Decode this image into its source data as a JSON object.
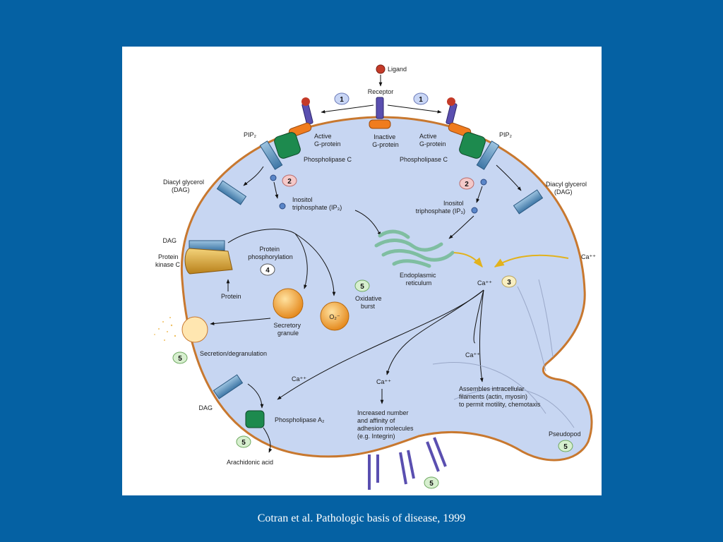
{
  "caption": "Cotran et al. Pathologic basis of disease, 1999",
  "colors": {
    "background": "#0561a3",
    "cell": "#c7d6f2",
    "membrane": "#c8782f",
    "g_protein": "#f07c1e",
    "phospholipase": "#1d8a4e",
    "receptor": "#5a4fb0",
    "dag_cylinder": "#5f95c0",
    "granule": "#f0a030",
    "ca_arrow": "#e2b21c",
    "step_badge_blue": "#c9d6f5",
    "step_badge_red": "#f4c9c9",
    "step_badge_yellow": "#f7eec2",
    "step_badge_green": "#d7efcf"
  },
  "labels": {
    "ligand": "Ligand",
    "receptor": "Receptor",
    "inactive_g_protein": [
      "Inactive",
      "G-protein"
    ],
    "active_g_protein_left": [
      "Active",
      "G-protein"
    ],
    "active_g_protein_right": [
      "Active",
      "G-protein"
    ],
    "pip2_left": "PIP₂",
    "pip2_right": "PIP₂",
    "phospholipase_c_left": "Phospholipase C",
    "phospholipase_c_right": "Phospholipase C",
    "dag_left": [
      "Diacyl glycerol",
      "(DAG)"
    ],
    "dag_right": [
      "Diacyl glycerol",
      "(DAG)"
    ],
    "ip3_left": [
      "Inositol",
      "triphosphate (IP₃)"
    ],
    "ip3_right": [
      "Inositol",
      "triphosphate (IP₃)"
    ],
    "dag_pkc": "DAG",
    "protein_kinase_c": [
      "Protein",
      "kinase C"
    ],
    "protein_phosphorylation": [
      "Protein",
      "phosphorylation"
    ],
    "protein": "Protein",
    "secretory_granule": [
      "Secretory",
      "granule"
    ],
    "oxidative_burst": [
      "Oxidative",
      "burst"
    ],
    "o2": "O₂⁻",
    "er": [
      "Endoplasmic",
      "reticulum"
    ],
    "ca_outside": "Ca⁺⁺",
    "ca_center": "Ca⁺⁺",
    "ca_left": "Ca⁺⁺",
    "ca_middle": "Ca⁺⁺",
    "ca_right": "Ca⁺⁺",
    "secretion": "Secretion/degranulation",
    "dag_bottom": "DAG",
    "phospholipase_a2": "Phospholipase A₂",
    "arachidonic_acid": "Arachidonic acid",
    "adhesion": [
      "Increased number",
      "and affinity of",
      "adhesion molecules",
      "(e.g. Integrin)"
    ],
    "filaments": [
      "Assembles intracellular",
      "filaments (actin, myosin)",
      "to permit motility, chemotaxis"
    ],
    "pseudopod": "Pseudopod"
  },
  "steps": {
    "s1_left": "1",
    "s1_right": "1",
    "s2_left": "2",
    "s2_right": "2",
    "s3": "3",
    "s4": "4",
    "s5_oxidative": "5",
    "s5_secretion": "5",
    "s5_phospholipase": "5",
    "s5_integrin": "5",
    "s5_pseudopod": "5"
  }
}
